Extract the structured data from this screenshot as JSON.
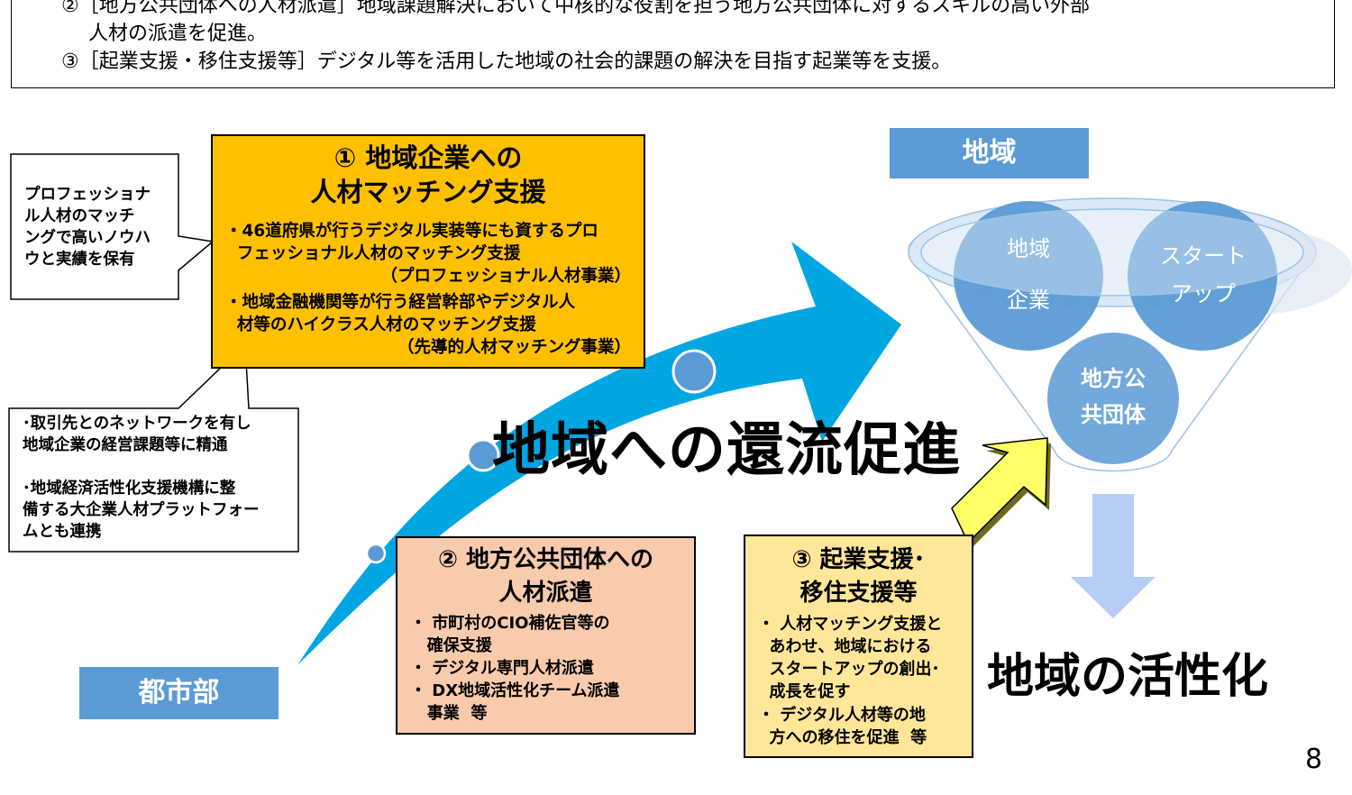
{
  "header": {
    "line1": "②［地方公共団体への人材派遣］地域課題解決において中核的な役割を担う地方公共団体に対するスキルの高い外部",
    "line2": "人材の派遣を促進。",
    "line3": "③［起業支援・移住支援等］デジタル等を活用した地域の社会的課題の解決を目指す起業等を支援。"
  },
  "callout1": "プロフェッショナ\nル人材のマッチ\nングで高いノウハ\nウと実績を保有",
  "callout2": "･取引先とのネットワークを有し\n地域企業の経営課題等に精通\n\n･地域経済活性化支援機構に整\n備する大企業人材プラットフォー\nムとも連携",
  "box1": {
    "title1": "①  地域企業への",
    "title2": "人材マッチング支援",
    "item1a": "・46道府県が行うデジタル実装等にも資するプロ",
    "item1b": "  フェッショナル人材のマッチング支援",
    "item1c": "（プロフェッショナル人材事業）",
    "item2a": "・地域金融機関等が行う経営幹部やデジタル人",
    "item2b": "  材等のハイクラス人材のマッチング支援",
    "item2c": "（先導的人材マッチング事業）"
  },
  "box2": {
    "title1": "②  地方公共団体への",
    "title2": "人材派遣",
    "items": [
      "・ 市町村のCIO補佐官等の",
      "   確保支援",
      "・ デジタル専門人材派遣",
      "・ DX地域活性化チーム派遣",
      "   事業  等"
    ]
  },
  "box3": {
    "title1": "③  起業支援･",
    "title2": "移住支援等",
    "items": [
      "・ 人材マッチング支援と",
      "  あわせ、地域における",
      "  スタートアップの創出･",
      "  成長を促す",
      "・ デジタル人材等の地",
      "  方への移住を促進  等"
    ]
  },
  "labels": {
    "urban": "都市部",
    "region": "地域",
    "flow": "地域への還流促進",
    "activation": "地域の活性化",
    "circle_company": [
      "地域",
      "企業"
    ],
    "circle_startup": [
      "スタート",
      "アップ"
    ],
    "circle_gov": [
      "地方公",
      "共団体"
    ]
  },
  "page_number": "8",
  "colors": {
    "box1_fill": "#ffc000",
    "box2_fill": "#f8cbad",
    "box3_fill": "#ffe699",
    "label_blue": "#5b9bd5",
    "arrow_cyan": "#00a6e2",
    "yellow_arrow": "#ffff66"
  }
}
